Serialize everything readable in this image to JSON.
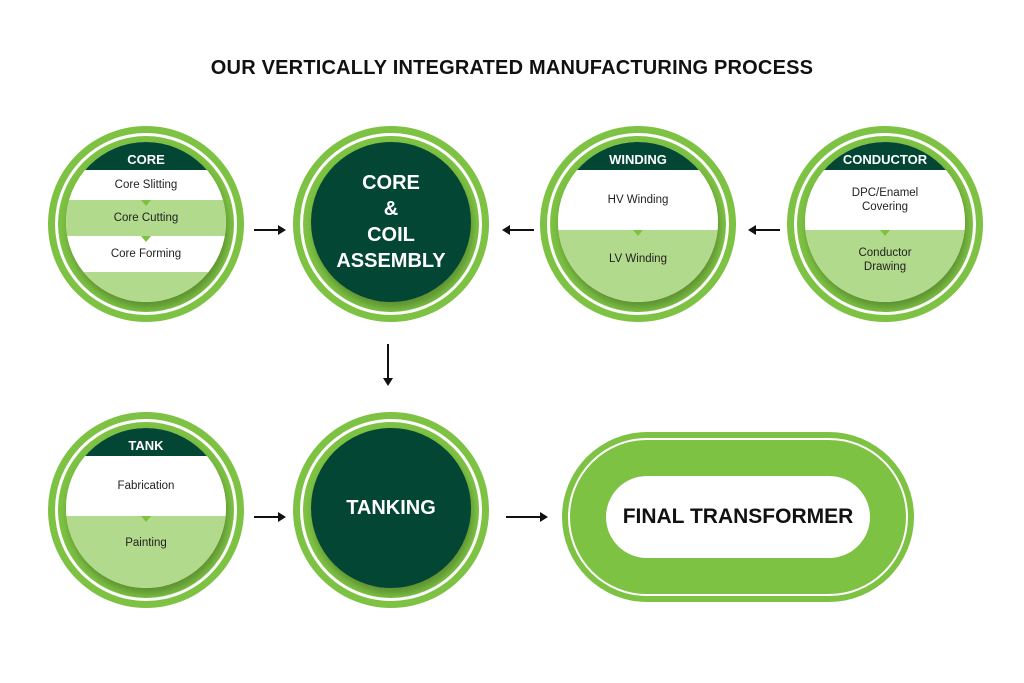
{
  "title": "OUR VERTICALLY INTEGRATED MANUFACTURING PROCESS",
  "colors": {
    "accent_green": "#7dc243",
    "light_green": "#b2da8c",
    "dark_green": "#044634"
  },
  "nodes": {
    "core": {
      "header": "CORE",
      "steps": [
        "Core Slitting",
        "Core Cutting",
        "Core Forming"
      ]
    },
    "core_coil": {
      "lines": [
        "CORE",
        "&",
        "COIL",
        "ASSEMBLY"
      ]
    },
    "winding": {
      "header": "WINDING",
      "steps": [
        "HV Winding",
        "LV Winding"
      ]
    },
    "conductor": {
      "header": "CONDUCTOR",
      "steps": [
        "DPC/Enamel Covering",
        "Conductor Drawing"
      ]
    },
    "tank": {
      "header": "TANK",
      "steps": [
        "Fabrication",
        "Painting"
      ]
    },
    "tanking": {
      "label": "TANKING"
    },
    "final": {
      "label": "FINAL TRANSFORMER"
    }
  },
  "arrows": [
    "core-to-assembly",
    "winding-to-assembly",
    "conductor-to-winding",
    "assembly-to-tanking",
    "tank-to-tanking",
    "tanking-to-final"
  ]
}
